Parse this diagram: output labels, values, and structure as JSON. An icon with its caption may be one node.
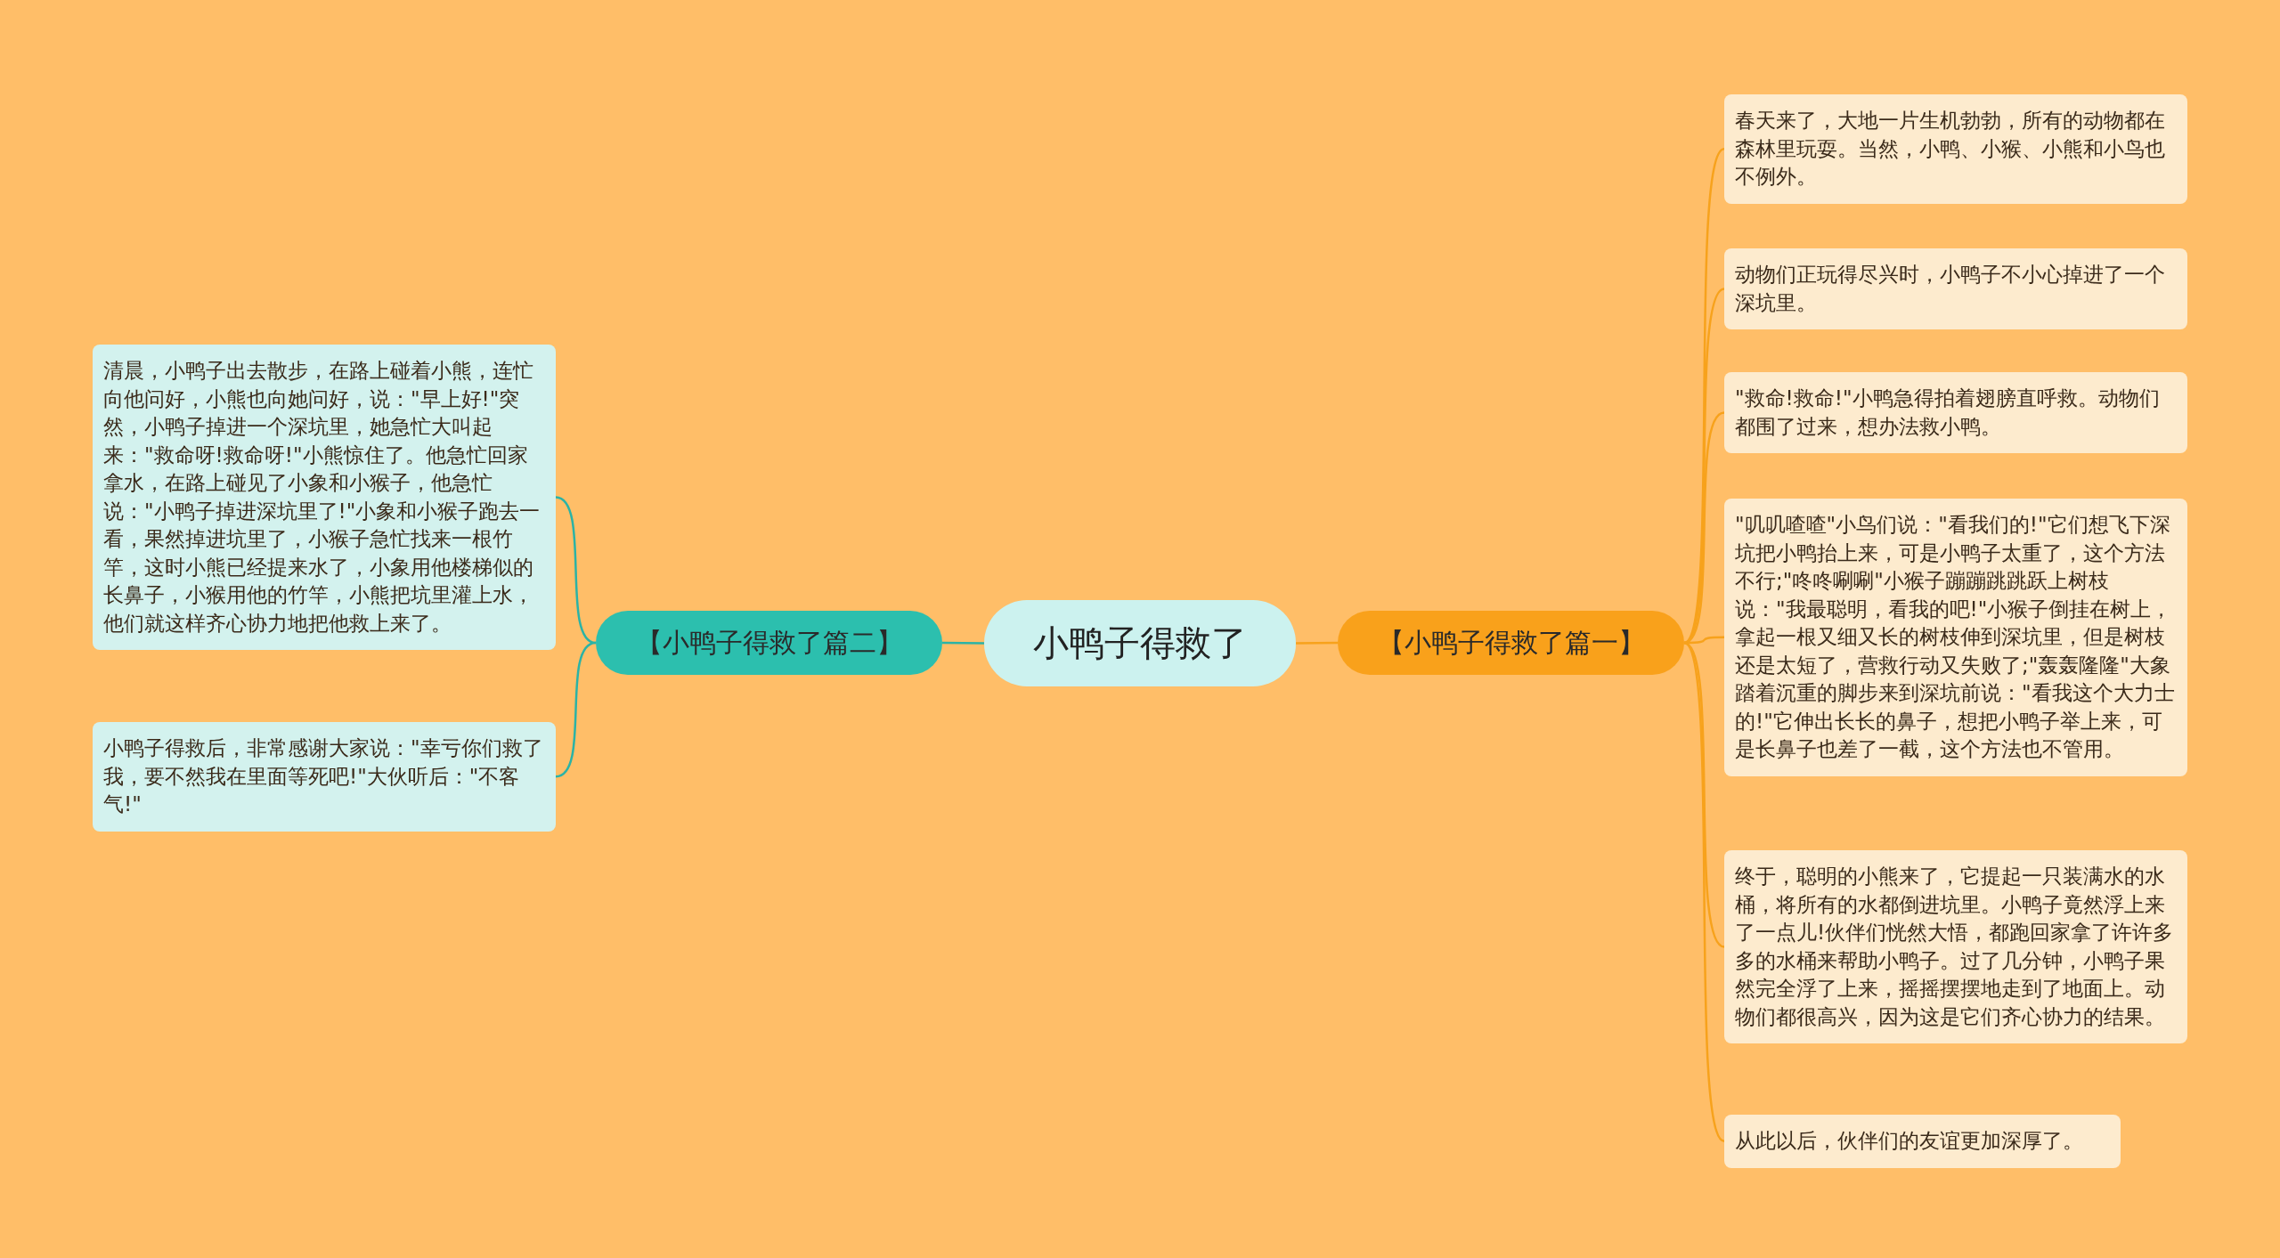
{
  "diagram": {
    "nodes": [
      {
        "text": [
          "小鸭子得救了"
        ]
      },
      {
        "text": [
          "【小鸭子得救了篇二】"
        ]
      },
      {
        "text": [
          "清晨，小鸭子出去散步，在路上碰着小熊，连忙向他问好，小熊也向她问好，说：\"早上好!\"突然，小鸭子掉进一个深坑里，她急忙大叫起来：\"救命呀!救命呀!\"小熊惊住了。他急忙回家拿水，在路上碰见了小象和小猴子，他急忙说：\"小鸭子掉进深坑里了!\"小象和小猴子跑去一看，果然掉进坑里了，小猴子急忙找来一根竹竿，这时小熊已经提来水了，小象用他楼梯似的长鼻子，小猴用他的竹竿，小熊把坑里灌上水，他们就这样齐心协力地把他救上来了。"
        ]
      },
      {
        "text": [
          "小鸭子得救后，非常感谢大家说：\"幸亏你们救了我，要不然我在里面等死吧!\"大伙听后：\"不客气!\""
        ]
      },
      {
        "text": [
          "【小鸭子得救了篇一】"
        ]
      },
      {
        "text": [
          "春天来了，大地一片生机勃勃，所有的动物都在森林里玩耍。当然，小鸭、小猴、小熊和小鸟也不例外。"
        ]
      },
      {
        "text": [
          "动物们正玩得尽兴时，小鸭子不小心掉进了一个深坑里。"
        ]
      },
      {
        "text": [
          "\"救命!救命!\"小鸭急得拍着翅膀直呼救。动物们都围了过来，想办法救小鸭。"
        ]
      },
      {
        "text": [
          "\"叽叽喳喳\"小鸟们说：\"看我们的!\"它们想飞下深坑把小鸭抬上来，可是小鸭子太重了，这个方法不行;\"咚咚唰唰\"小猴子蹦蹦跳跳跃上树枝说：\"我最聪明，看我的吧!\"小猴子倒挂在树上，拿起一根又细又长的树枝伸到深坑里，但是树枝还是太短了，营救行动又失败了;\"轰轰隆隆\"大象踏着沉重的脚步来到深坑前说：\"看我这个大力士的!\"它伸出长长的鼻子，想把小鸭子举上来，可是长鼻子也差了一截，这个方法也不管用。"
        ]
      },
      {
        "text": [
          "终于，聪明的小熊来了，它提起一只装满水的水桶，将所有的水都倒进坑里。小鸭子竟然浮上来了一点儿!伙伴们恍然大悟，都跑回家拿了许许多多的水桶来帮助小鸭子。过了几分钟，小鸭子果然完全浮了上来，摇摇摆摆地走到了地面上。动物们都很高兴，因为这是它们齐心协力的结果。"
        ]
      },
      {
        "text": [
          "从此以后，伙伴们的友谊更加深厚了。"
        ]
      }
    ],
    "edges": [
      {
        "from": 0,
        "to": 1,
        "arrow": "none",
        "color": "#2bb3a6"
      },
      {
        "from": 1,
        "to": 2,
        "arrow": "none",
        "color": "#2bb3a6"
      },
      {
        "from": 1,
        "to": 3,
        "arrow": "none",
        "color": "#2bb3a6"
      },
      {
        "from": 0,
        "to": 4,
        "arrow": "none"
      },
      {
        "from": 4,
        "to": 5,
        "arrow": "none"
      },
      {
        "from": 4,
        "to": 6,
        "arrow": "none"
      },
      {
        "from": 4,
        "to": 7,
        "arrow": "none"
      },
      {
        "from": 4,
        "to": 8,
        "arrow": "none"
      },
      {
        "from": 4,
        "to": 9,
        "arrow": "none"
      },
      {
        "from": 4,
        "to": 10,
        "arrow": "none"
      }
    ]
  }
}
